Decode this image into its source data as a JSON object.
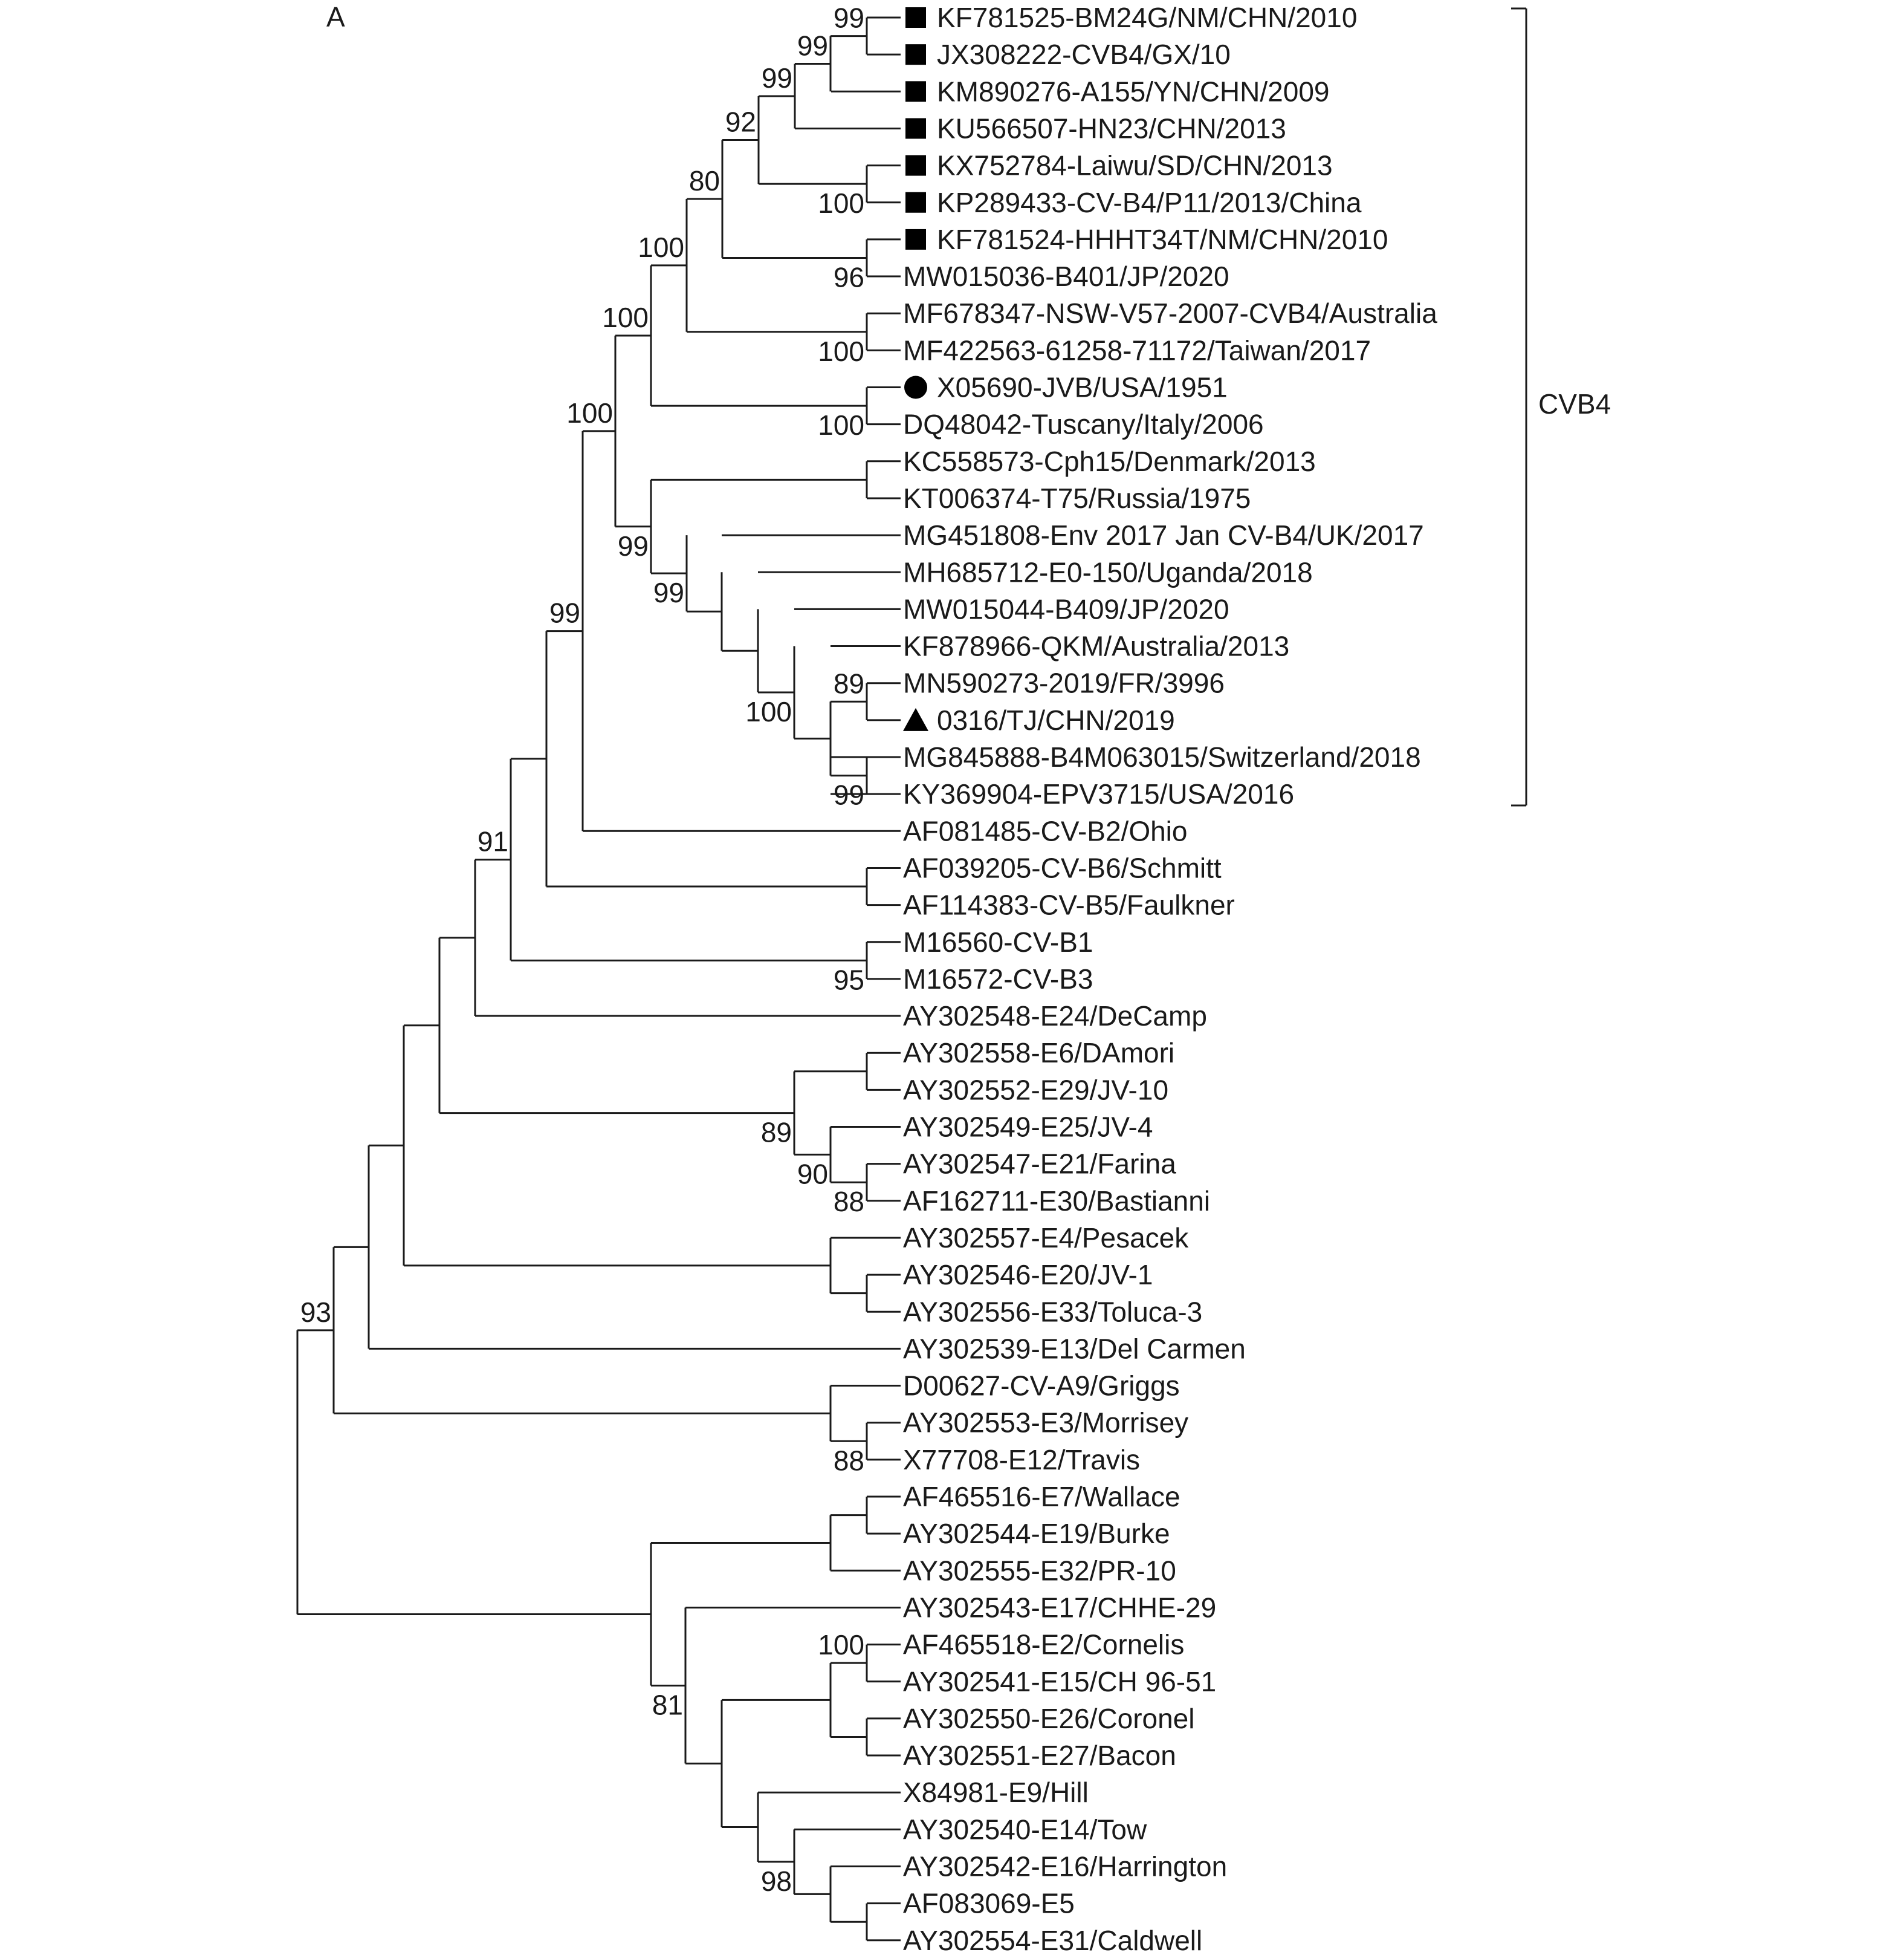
{
  "panel_label": "A",
  "clade_label": "CVB4",
  "tips": [
    {
      "label": "KF781525-BM24G/NM/CHN/2010",
      "marker": "square"
    },
    {
      "label": "JX308222-CVB4/GX/10",
      "marker": "square"
    },
    {
      "label": "KM890276-A155/YN/CHN/2009",
      "marker": "square"
    },
    {
      "label": "KU566507-HN23/CHN/2013",
      "marker": "square"
    },
    {
      "label": "KX752784-Laiwu/SD/CHN/2013",
      "marker": "square"
    },
    {
      "label": "KP289433-CV-B4/P11/2013/China",
      "marker": "square"
    },
    {
      "label": "KF781524-HHHT34T/NM/CHN/2010",
      "marker": "square"
    },
    {
      "label": "MW015036-B401/JP/2020",
      "marker": ""
    },
    {
      "label": "MF678347-NSW-V57-2007-CVB4/Australia",
      "marker": ""
    },
    {
      "label": "MF422563-61258-71172/Taiwan/2017",
      "marker": ""
    },
    {
      "label": "X05690-JVB/USA/1951",
      "marker": "circle"
    },
    {
      "label": "DQ48042-Tuscany/Italy/2006",
      "marker": ""
    },
    {
      "label": "KC558573-Cph15/Denmark/2013",
      "marker": ""
    },
    {
      "label": "KT006374-T75/Russia/1975",
      "marker": ""
    },
    {
      "label": "MG451808-Env 2017 Jan CV-B4/UK/2017",
      "marker": ""
    },
    {
      "label": "MH685712-E0-150/Uganda/2018",
      "marker": ""
    },
    {
      "label": "MW015044-B409/JP/2020",
      "marker": ""
    },
    {
      "label": "KF878966-QKM/Australia/2013",
      "marker": ""
    },
    {
      "label": "MN590273-2019/FR/3996",
      "marker": ""
    },
    {
      "label": "0316/TJ/CHN/2019",
      "marker": "triangle"
    },
    {
      "label": "MG845888-B4M063015/Switzerland/2018",
      "marker": ""
    },
    {
      "label": "KY369904-EPV3715/USA/2016",
      "marker": ""
    },
    {
      "label": "AF081485-CV-B2/Ohio",
      "marker": ""
    },
    {
      "label": "AF039205-CV-B6/Schmitt",
      "marker": ""
    },
    {
      "label": "AF114383-CV-B5/Faulkner",
      "marker": ""
    },
    {
      "label": "M16560-CV-B1",
      "marker": ""
    },
    {
      "label": "M16572-CV-B3",
      "marker": ""
    },
    {
      "label": "AY302548-E24/DeCamp",
      "marker": ""
    },
    {
      "label": "AY302558-E6/DAmori",
      "marker": ""
    },
    {
      "label": "AY302552-E29/JV-10",
      "marker": ""
    },
    {
      "label": "AY302549-E25/JV-4",
      "marker": ""
    },
    {
      "label": "AY302547-E21/Farina",
      "marker": ""
    },
    {
      "label": "AF162711-E30/Bastianni",
      "marker": ""
    },
    {
      "label": "AY302557-E4/Pesacek",
      "marker": ""
    },
    {
      "label": "AY302546-E20/JV-1",
      "marker": ""
    },
    {
      "label": "AY302556-E33/Toluca-3",
      "marker": ""
    },
    {
      "label": "AY302539-E13/Del Carmen",
      "marker": ""
    },
    {
      "label": "D00627-CV-A9/Griggs",
      "marker": ""
    },
    {
      "label": "AY302553-E3/Morrisey",
      "marker": ""
    },
    {
      "label": "X77708-E12/Travis",
      "marker": ""
    },
    {
      "label": "AF465516-E7/Wallace",
      "marker": ""
    },
    {
      "label": "AY302544-E19/Burke",
      "marker": ""
    },
    {
      "label": "AY302555-E32/PR-10",
      "marker": ""
    },
    {
      "label": "AY302543-E17/CHHE-29",
      "marker": ""
    },
    {
      "label": "AF465518-E2/Cornelis",
      "marker": ""
    },
    {
      "label": "AY302541-E15/CH 96-51",
      "marker": ""
    },
    {
      "label": "AY302550-E26/Coronel",
      "marker": ""
    },
    {
      "label": "AY302551-E27/Bacon",
      "marker": ""
    },
    {
      "label": "X84981-E9/Hill",
      "marker": ""
    },
    {
      "label": "AY302540-E14/Tow",
      "marker": ""
    },
    {
      "label": "AY302542-E16/Harrington",
      "marker": ""
    },
    {
      "label": "AF083069-E5",
      "marker": ""
    },
    {
      "label": "AY302554-E31/Caldwell",
      "marker": ""
    }
  ],
  "bootstrap_values": [
    "99",
    "99",
    "99",
    "92",
    "100",
    "80",
    "96",
    "100",
    "100",
    "100",
    "100",
    "100",
    "99",
    "99",
    "100",
    "89",
    "99",
    "99",
    "91",
    "95",
    "89",
    "90",
    "88",
    "93",
    "88",
    "100",
    "81",
    "98"
  ],
  "colors": {
    "line": "#1a1a1a",
    "marker": "#000000",
    "background": "#ffffff"
  }
}
